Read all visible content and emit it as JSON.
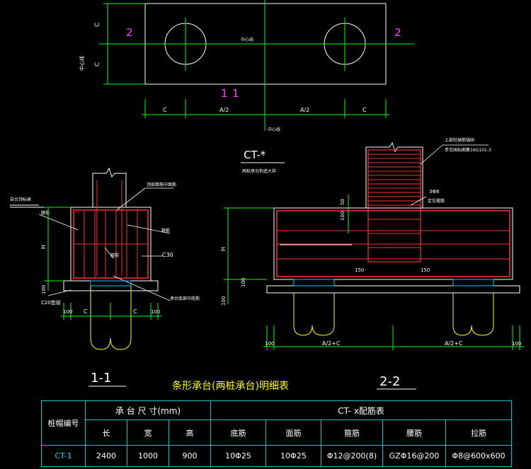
{
  "colors": {
    "background": "#000000",
    "outline": "#ffffff",
    "rebar": "#ff3030",
    "centerline": "#00ff00",
    "dimension": "#00ff00",
    "pile": "#ffff00",
    "cap_pad": "#00c8ff",
    "label_magenta": "#ff44ff",
    "table_border": "#00c8c8"
  },
  "plan": {
    "c_top": "C",
    "c_bottom": "C",
    "section_mark_left": "2",
    "section_mark_right": "2",
    "section_mark_top": "1",
    "section_mark_bottom": "1",
    "center_line_label": "中心线",
    "side_label": "中心线",
    "dims": [
      "C",
      "A/2",
      "A/2",
      "C"
    ],
    "center_line_below": "中心线"
  },
  "ct": {
    "title": "CT-*",
    "subtitle": "两桩承台构造大样"
  },
  "section1": {
    "title": "1-1",
    "ground_label": "自台顶标高",
    "top_rebar_label": "顶部面筋中面筋",
    "side_bar_label": "腰筋",
    "stirrup_label": "箍筋",
    "center_bar_label": "箍筋",
    "concrete_label": "C30",
    "bottom_label": "承台底部中底筋",
    "cushion_label": "C20垫层",
    "dim_h": "H",
    "dim_100": "100",
    "dim_bottom": [
      "100",
      "C",
      "C",
      "100"
    ]
  },
  "section2": {
    "title": "2-2",
    "column_note_1": "上部柱插筋锚固",
    "column_note_2": "参见国标图集16G101-3",
    "bar_label_1": "3Φ8",
    "bar_label_2": "定位箍筋",
    "dim_50": "50",
    "dim_100a": "100",
    "dim_h": "H",
    "dim_100b": "100",
    "dim_100c": "100",
    "dim_150_left": "150",
    "dim_150_right": "150",
    "dim_bottom": [
      "100",
      "A/2+C",
      "A/2+C",
      "100"
    ]
  },
  "table": {
    "title": "条形承台(两桩承台)明细表",
    "header_id": "桩帽编号",
    "header_size": "承 台 尺 寸(mm)",
    "header_rebar": "CT- x配筋表",
    "col_length": "长",
    "col_width": "宽",
    "col_height": "高",
    "col_bottom": "底筋",
    "col_top": "面筋",
    "col_stirrup": "箍筋",
    "col_waist": "腰筋",
    "col_tie": "拉筋",
    "row": {
      "id": "CT-1",
      "length": "2400",
      "width": "1000",
      "height": "900",
      "bottom": "10Φ25",
      "top": "10Φ25",
      "stirrup": "Φ12@200(8)",
      "waist": "GZΦ16@200",
      "tie": "Φ8@600x600"
    }
  }
}
